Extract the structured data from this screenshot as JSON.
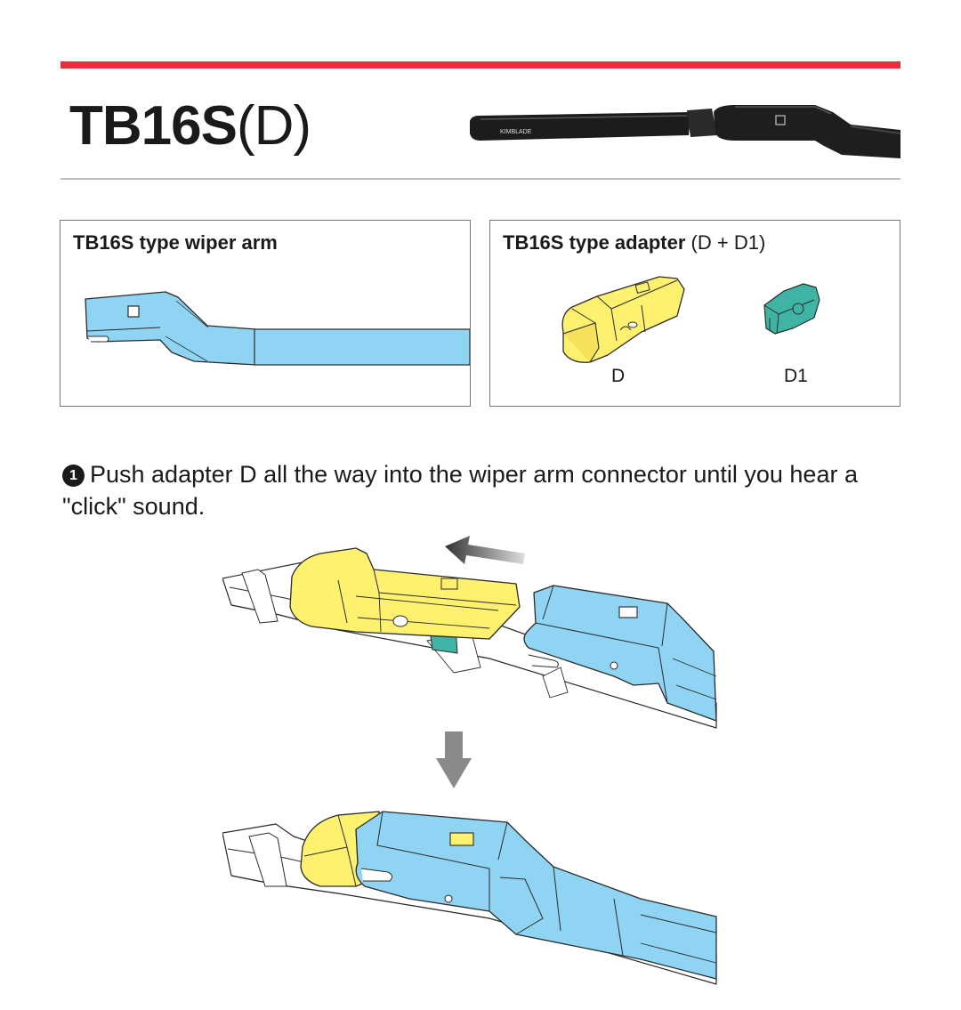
{
  "header": {
    "model": "TB16S",
    "model_suffix": "(D)",
    "blade_brand": "KIMBLADE",
    "accent_color": "#e4303a"
  },
  "panels": {
    "arm": {
      "title": "TB16S type wiper arm"
    },
    "adapter": {
      "title": "TB16S type adapter",
      "title_paren": "(D + D1)",
      "label_d": "D",
      "label_d1": "D1"
    }
  },
  "step": {
    "number": "1",
    "text": "Push adapter D all the way into the wiper arm connector until you hear a \"click\" sound."
  },
  "colors": {
    "adapter_yellow": "#fff170",
    "arm_blue": "#8fd4f3",
    "clip_teal": "#3fb4a4"
  }
}
